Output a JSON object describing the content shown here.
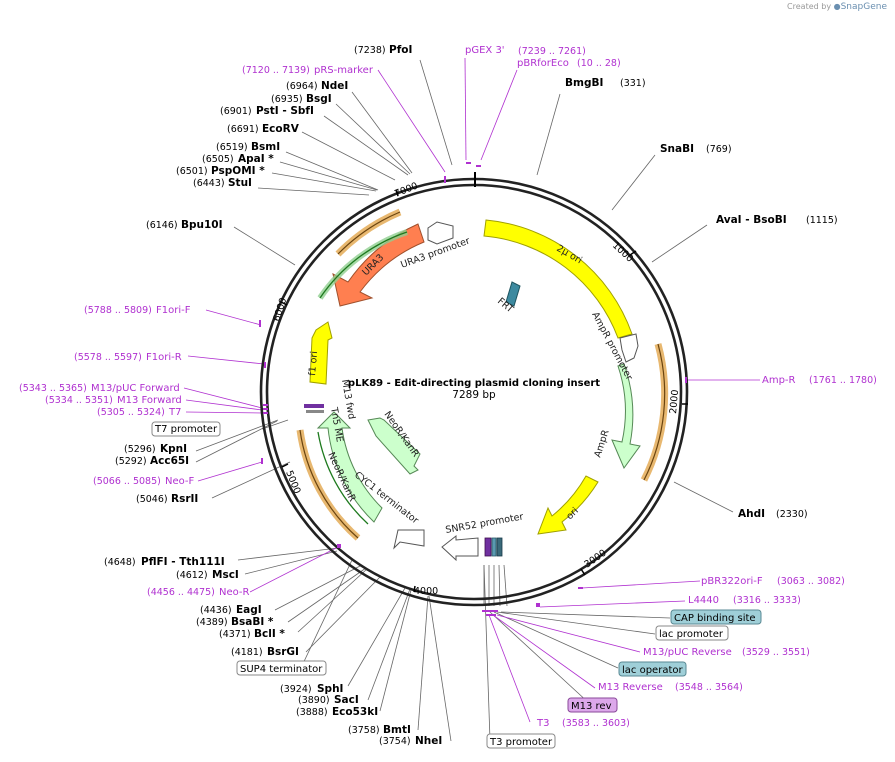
{
  "credit": {
    "prefix": "Created by",
    "brand": "SnapGene"
  },
  "plasmid": {
    "name": "pLK89 - Edit-directing plasmid cloning insert",
    "size": "7289 bp"
  },
  "colors": {
    "magenta": "#b031d0",
    "ori": "#ffff00",
    "promoter_fill": "#ffffff",
    "ampr": "#ccffcc",
    "ura3": "#ff7f50",
    "primer": "#b031d0"
  },
  "ticks": [
    "1000",
    "2000",
    "3000",
    "4000",
    "5000",
    "6000",
    "7000"
  ],
  "enzymes": [
    {
      "name": "PfoI",
      "pos": "(7238)"
    },
    {
      "name": "NdeI",
      "pos": "(6964)"
    },
    {
      "name": "BsgI",
      "pos": "(6935)"
    },
    {
      "name": "PstI  - SbfI",
      "pos": "(6901)"
    },
    {
      "name": "EcoRV",
      "pos": "(6691)"
    },
    {
      "name": "BsmI",
      "pos": "(6519)"
    },
    {
      "name": "ApaI *",
      "pos": "(6505)"
    },
    {
      "name": "PspOMI *",
      "pos": "(6501)"
    },
    {
      "name": "StuI",
      "pos": "(6443)"
    },
    {
      "name": "Bpu10I",
      "pos": "(6146)"
    },
    {
      "name": "KpnI",
      "pos": "(5296)"
    },
    {
      "name": "Acc65I",
      "pos": "(5292)"
    },
    {
      "name": "RsrII",
      "pos": "(5046)"
    },
    {
      "name": "PflFI  - Tth111I",
      "pos": "(4648)"
    },
    {
      "name": "MscI",
      "pos": "(4612)"
    },
    {
      "name": "EagI",
      "pos": "(4436)"
    },
    {
      "name": "BsaBI *",
      "pos": "(4389)"
    },
    {
      "name": "BclI *",
      "pos": "(4371)"
    },
    {
      "name": "BsrGI",
      "pos": "(4181)"
    },
    {
      "name": "SphI",
      "pos": "(3924)"
    },
    {
      "name": "SacI",
      "pos": "(3890)"
    },
    {
      "name": "Eco53kI",
      "pos": "(3888)"
    },
    {
      "name": "BmtI",
      "pos": "(3758)"
    },
    {
      "name": "NheI",
      "pos": "(3754)"
    },
    {
      "name": "BmgBI",
      "pos": "(331)"
    },
    {
      "name": "SnaBI",
      "pos": "(769)"
    },
    {
      "name": "AvaI  - BsoBI",
      "pos": "(1115)"
    },
    {
      "name": "AhdI",
      "pos": "(2330)"
    }
  ],
  "primers": [
    {
      "name": "pGEX 3'",
      "pos": "(7239 .. 7261)"
    },
    {
      "name": "pBRforEco",
      "pos": "(10 .. 28)"
    },
    {
      "name": "pRS-marker",
      "pos": "(7120 .. 7139)"
    },
    {
      "name": "F1ori-F",
      "pos": "(5788 .. 5809)"
    },
    {
      "name": "F1ori-R",
      "pos": "(5578 .. 5597)"
    },
    {
      "name": "M13/pUC Forward",
      "pos": "(5343 .. 5365)"
    },
    {
      "name": "M13 Forward",
      "pos": "(5334 .. 5351)"
    },
    {
      "name": "T7",
      "pos": "(5305 .. 5324)"
    },
    {
      "name": "Neo-F",
      "pos": "(5066 .. 5085)"
    },
    {
      "name": "Neo-R",
      "pos": "(4456 .. 4475)"
    },
    {
      "name": "Amp-R",
      "pos": "(1761 .. 1780)"
    },
    {
      "name": "pBR322ori-F",
      "pos": "(3063 .. 3082)"
    },
    {
      "name": "L4440",
      "pos": "(3316 .. 3333)"
    },
    {
      "name": "M13/pUC Reverse",
      "pos": "(3529 .. 3551)"
    },
    {
      "name": "M13 Reverse",
      "pos": "(3548 .. 3564)"
    },
    {
      "name": "T3",
      "pos": "(3583 .. 3603)"
    }
  ],
  "boxed": {
    "t7_promoter": "T7 promoter",
    "sup4": "SUP4 terminator",
    "t3_promoter": "T3 promoter",
    "cap": "CAP binding site",
    "lac_promoter": "lac promoter",
    "lac_operator": "lac operator",
    "m13_rev": "M13 rev"
  },
  "features": {
    "ura3_promoter": "URA3 promoter",
    "ura3": "URA3",
    "two_micron": "2μ ori",
    "frt": "FRT",
    "ampr_promoter": "AmpR promoter",
    "ampr": "AmpR",
    "ori": "ori",
    "snr52": "SNR52 promoter",
    "cyc1": "CYC1 terminator",
    "neokanr_inner": "NeoR/KanR",
    "neokanr_outer": "NeoR/KanR",
    "tn5me": "Tn5 ME",
    "m13fwd": "M13 fwd",
    "f1ori": "f1 ori"
  }
}
